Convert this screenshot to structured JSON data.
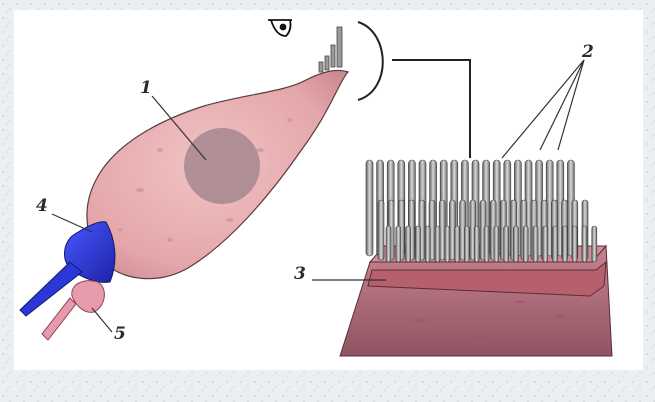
{
  "labels": {
    "l1": "1",
    "l2": "2",
    "l3": "3",
    "l4": "4",
    "l5": "5"
  },
  "colors": {
    "cell_body": "#e8aeb0",
    "nucleus": "#a98b91",
    "afferent_terminal": "#2a36d8",
    "efferent_terminal": "#e79aac",
    "cuticular_plate": "#b65f6d",
    "hair_bundle": "#8f8f8f",
    "frame_texture": "#e9ecee"
  },
  "icons": {
    "eye_symbol": "eye-view-icon"
  }
}
